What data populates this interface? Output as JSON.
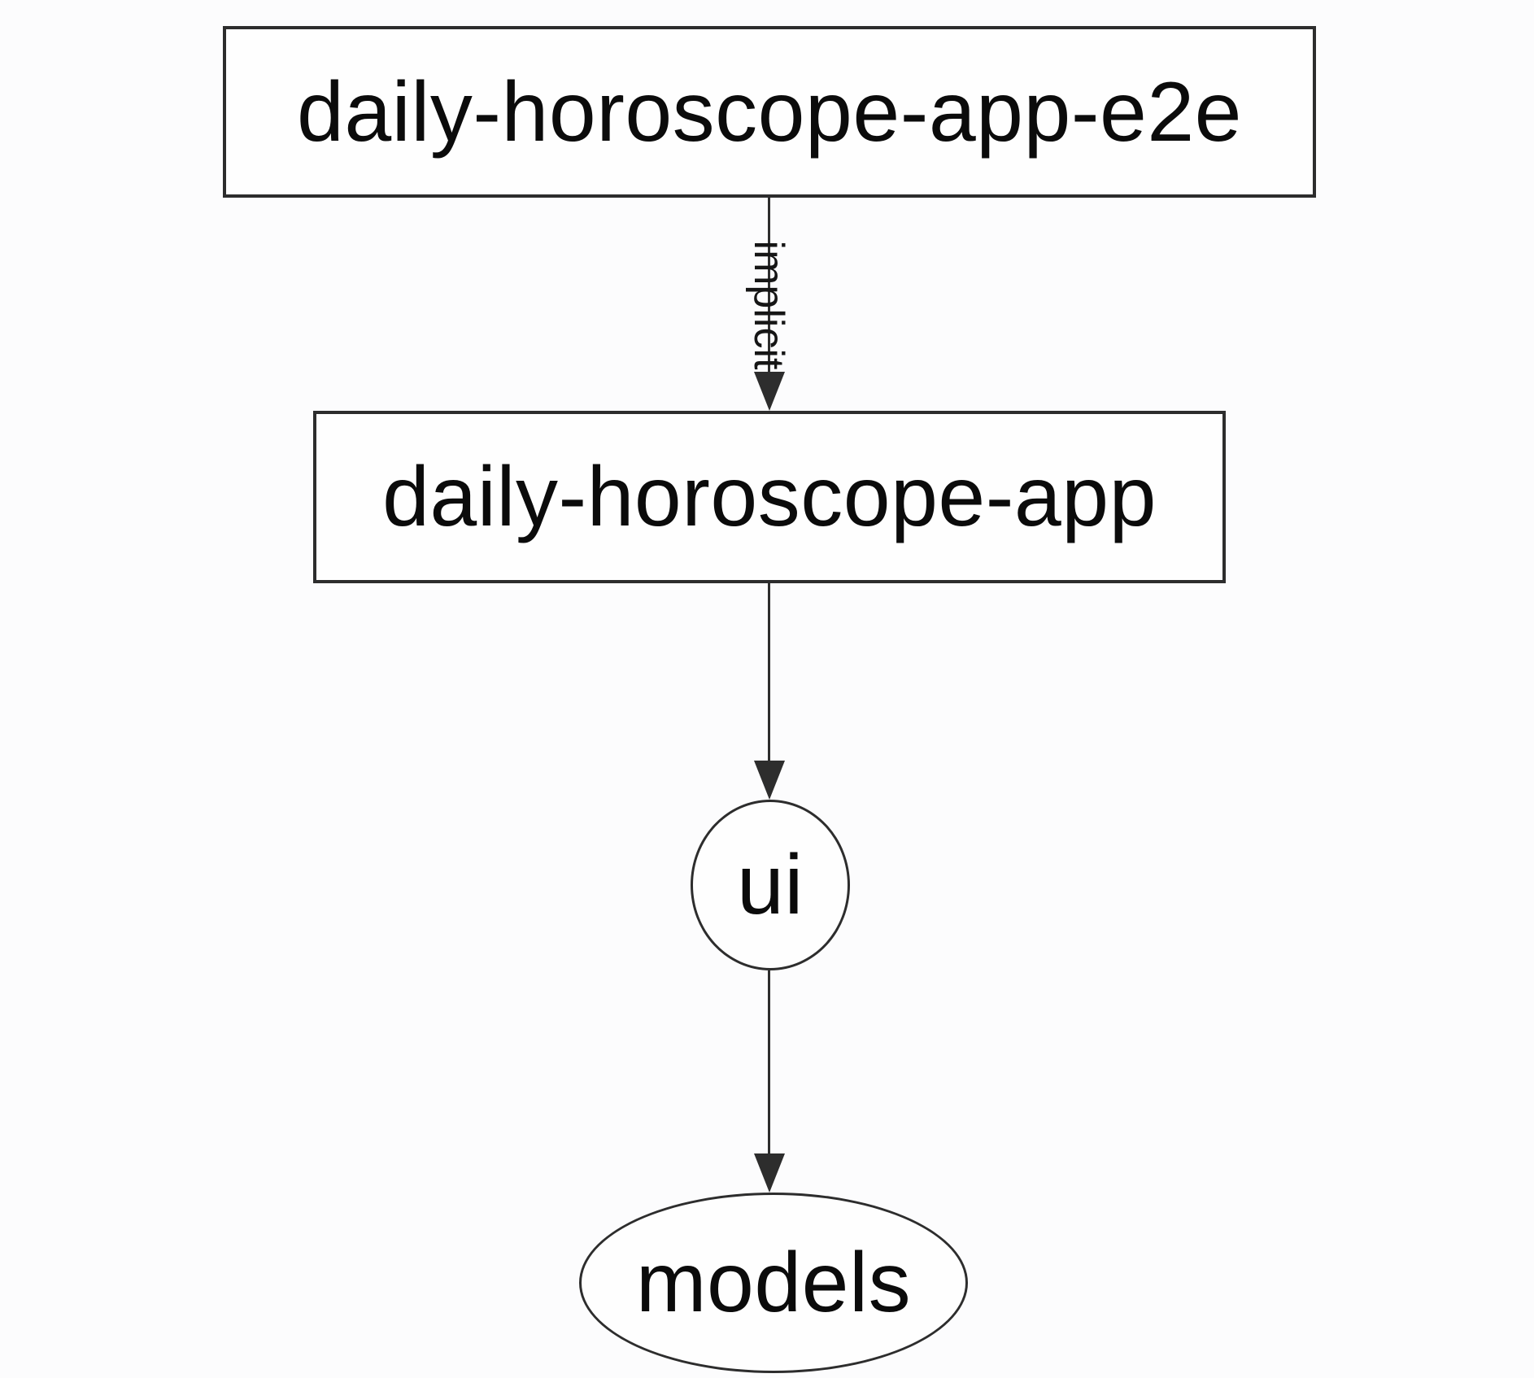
{
  "diagram": {
    "type": "dependency-graph",
    "background": "#fcfcfd",
    "stroke_color": "#2d2d2d",
    "text_color": "#0b0b0b",
    "nodes": [
      {
        "id": "daily-horoscope-app-e2e",
        "label": "daily-horoscope-app-e2e",
        "shape": "rectangle"
      },
      {
        "id": "daily-horoscope-app",
        "label": "daily-horoscope-app",
        "shape": "rectangle"
      },
      {
        "id": "ui",
        "label": "ui",
        "shape": "circle"
      },
      {
        "id": "models",
        "label": "models",
        "shape": "ellipse"
      }
    ],
    "edges": [
      {
        "from": "daily-horoscope-app-e2e",
        "to": "daily-horoscope-app",
        "label": "implicit",
        "arrow": "down"
      },
      {
        "from": "daily-horoscope-app",
        "to": "ui",
        "label": "",
        "arrow": "down"
      },
      {
        "from": "ui",
        "to": "models",
        "label": "",
        "arrow": "down"
      }
    ]
  }
}
